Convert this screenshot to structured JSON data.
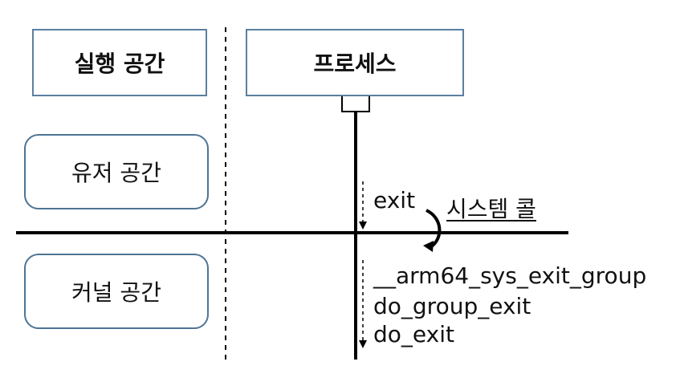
{
  "headers": {
    "exec_space": "실행 공간",
    "process": "프로세스"
  },
  "regions": {
    "user_space": "유저 공간",
    "kernel_space": "커널 공간"
  },
  "call_flow": {
    "user_call": "exit",
    "syscall_label": "시스템 콜",
    "kernel_calls": [
      "__arm64_sys_exit_group",
      "do_group_exit",
      "do_exit"
    ]
  },
  "colors": {
    "box_border": "#4a6d8c",
    "line": "#000000"
  }
}
